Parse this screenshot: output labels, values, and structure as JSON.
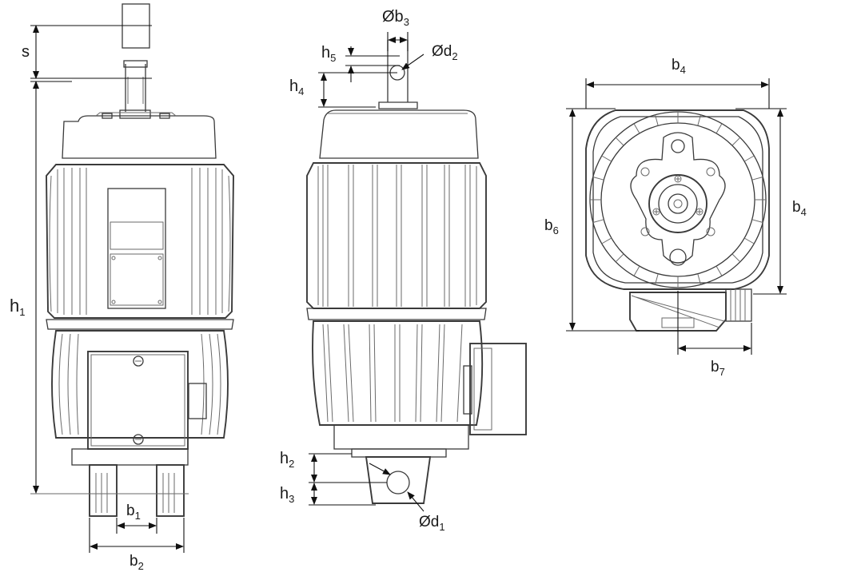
{
  "diagram": {
    "views": [
      "front-view",
      "side-view",
      "top-view"
    ],
    "labels": {
      "s": {
        "main": "s",
        "sub": ""
      },
      "h1": {
        "main": "h",
        "sub": "1"
      },
      "b1": {
        "main": "b",
        "sub": "1"
      },
      "b2": {
        "main": "b",
        "sub": "2"
      },
      "b3": {
        "main": "Øb",
        "sub": "3"
      },
      "d2": {
        "main": "Ød",
        "sub": "2"
      },
      "h5": {
        "main": "h",
        "sub": "5"
      },
      "h4": {
        "main": "h",
        "sub": "4"
      },
      "h2": {
        "main": "h",
        "sub": "2"
      },
      "h3": {
        "main": "h",
        "sub": "3"
      },
      "d1": {
        "main": "Ød",
        "sub": "1"
      },
      "b4_top": {
        "main": "b",
        "sub": "4"
      },
      "b4_side": {
        "main": "b",
        "sub": "4"
      },
      "b6": {
        "main": "b",
        "sub": "6"
      },
      "b7": {
        "main": "b",
        "sub": "7"
      }
    },
    "colors": {
      "line": "#3a3a3a",
      "dimension": "#111111",
      "background": "#ffffff"
    }
  }
}
